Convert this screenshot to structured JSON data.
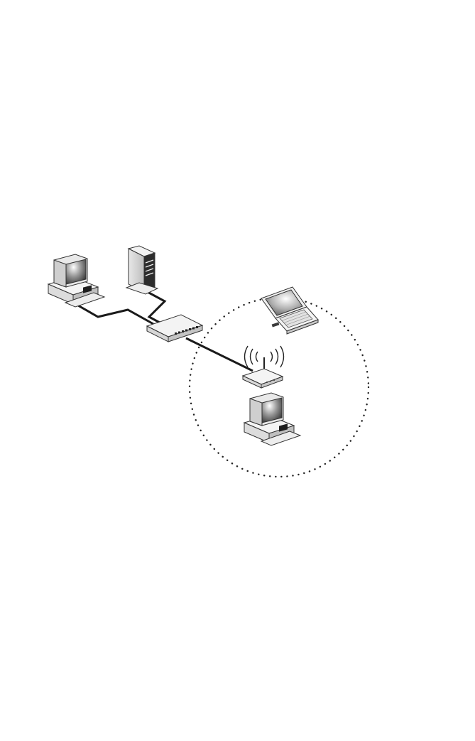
{
  "diagram": {
    "nodes": [
      {
        "id": "desktop-pc-wired",
        "kind": "desktop-computer-icon"
      },
      {
        "id": "tower-server",
        "kind": "tower-server-icon"
      },
      {
        "id": "network-switch",
        "kind": "switch-icon"
      },
      {
        "id": "wireless-access-point",
        "kind": "access-point-icon"
      },
      {
        "id": "laptop-wireless",
        "kind": "laptop-icon"
      },
      {
        "id": "desktop-pc-wireless",
        "kind": "desktop-computer-icon"
      }
    ],
    "links": [
      {
        "from": "desktop-pc-wired",
        "to": "network-switch",
        "type": "wired"
      },
      {
        "from": "tower-server",
        "to": "network-switch",
        "type": "wired"
      },
      {
        "from": "network-switch",
        "to": "wireless-access-point",
        "type": "wired"
      }
    ],
    "wireless_coverage": {
      "shape": "dotted-circle",
      "members": [
        "wireless-access-point",
        "laptop-wireless",
        "desktop-pc-wireless"
      ]
    },
    "colors": {
      "cable": "#1a1a1a",
      "outline": "#222222",
      "body_light": "#f1f1f1",
      "body_shade": "#cfcfcf",
      "screen_dark": "#3a3a3a"
    }
  }
}
